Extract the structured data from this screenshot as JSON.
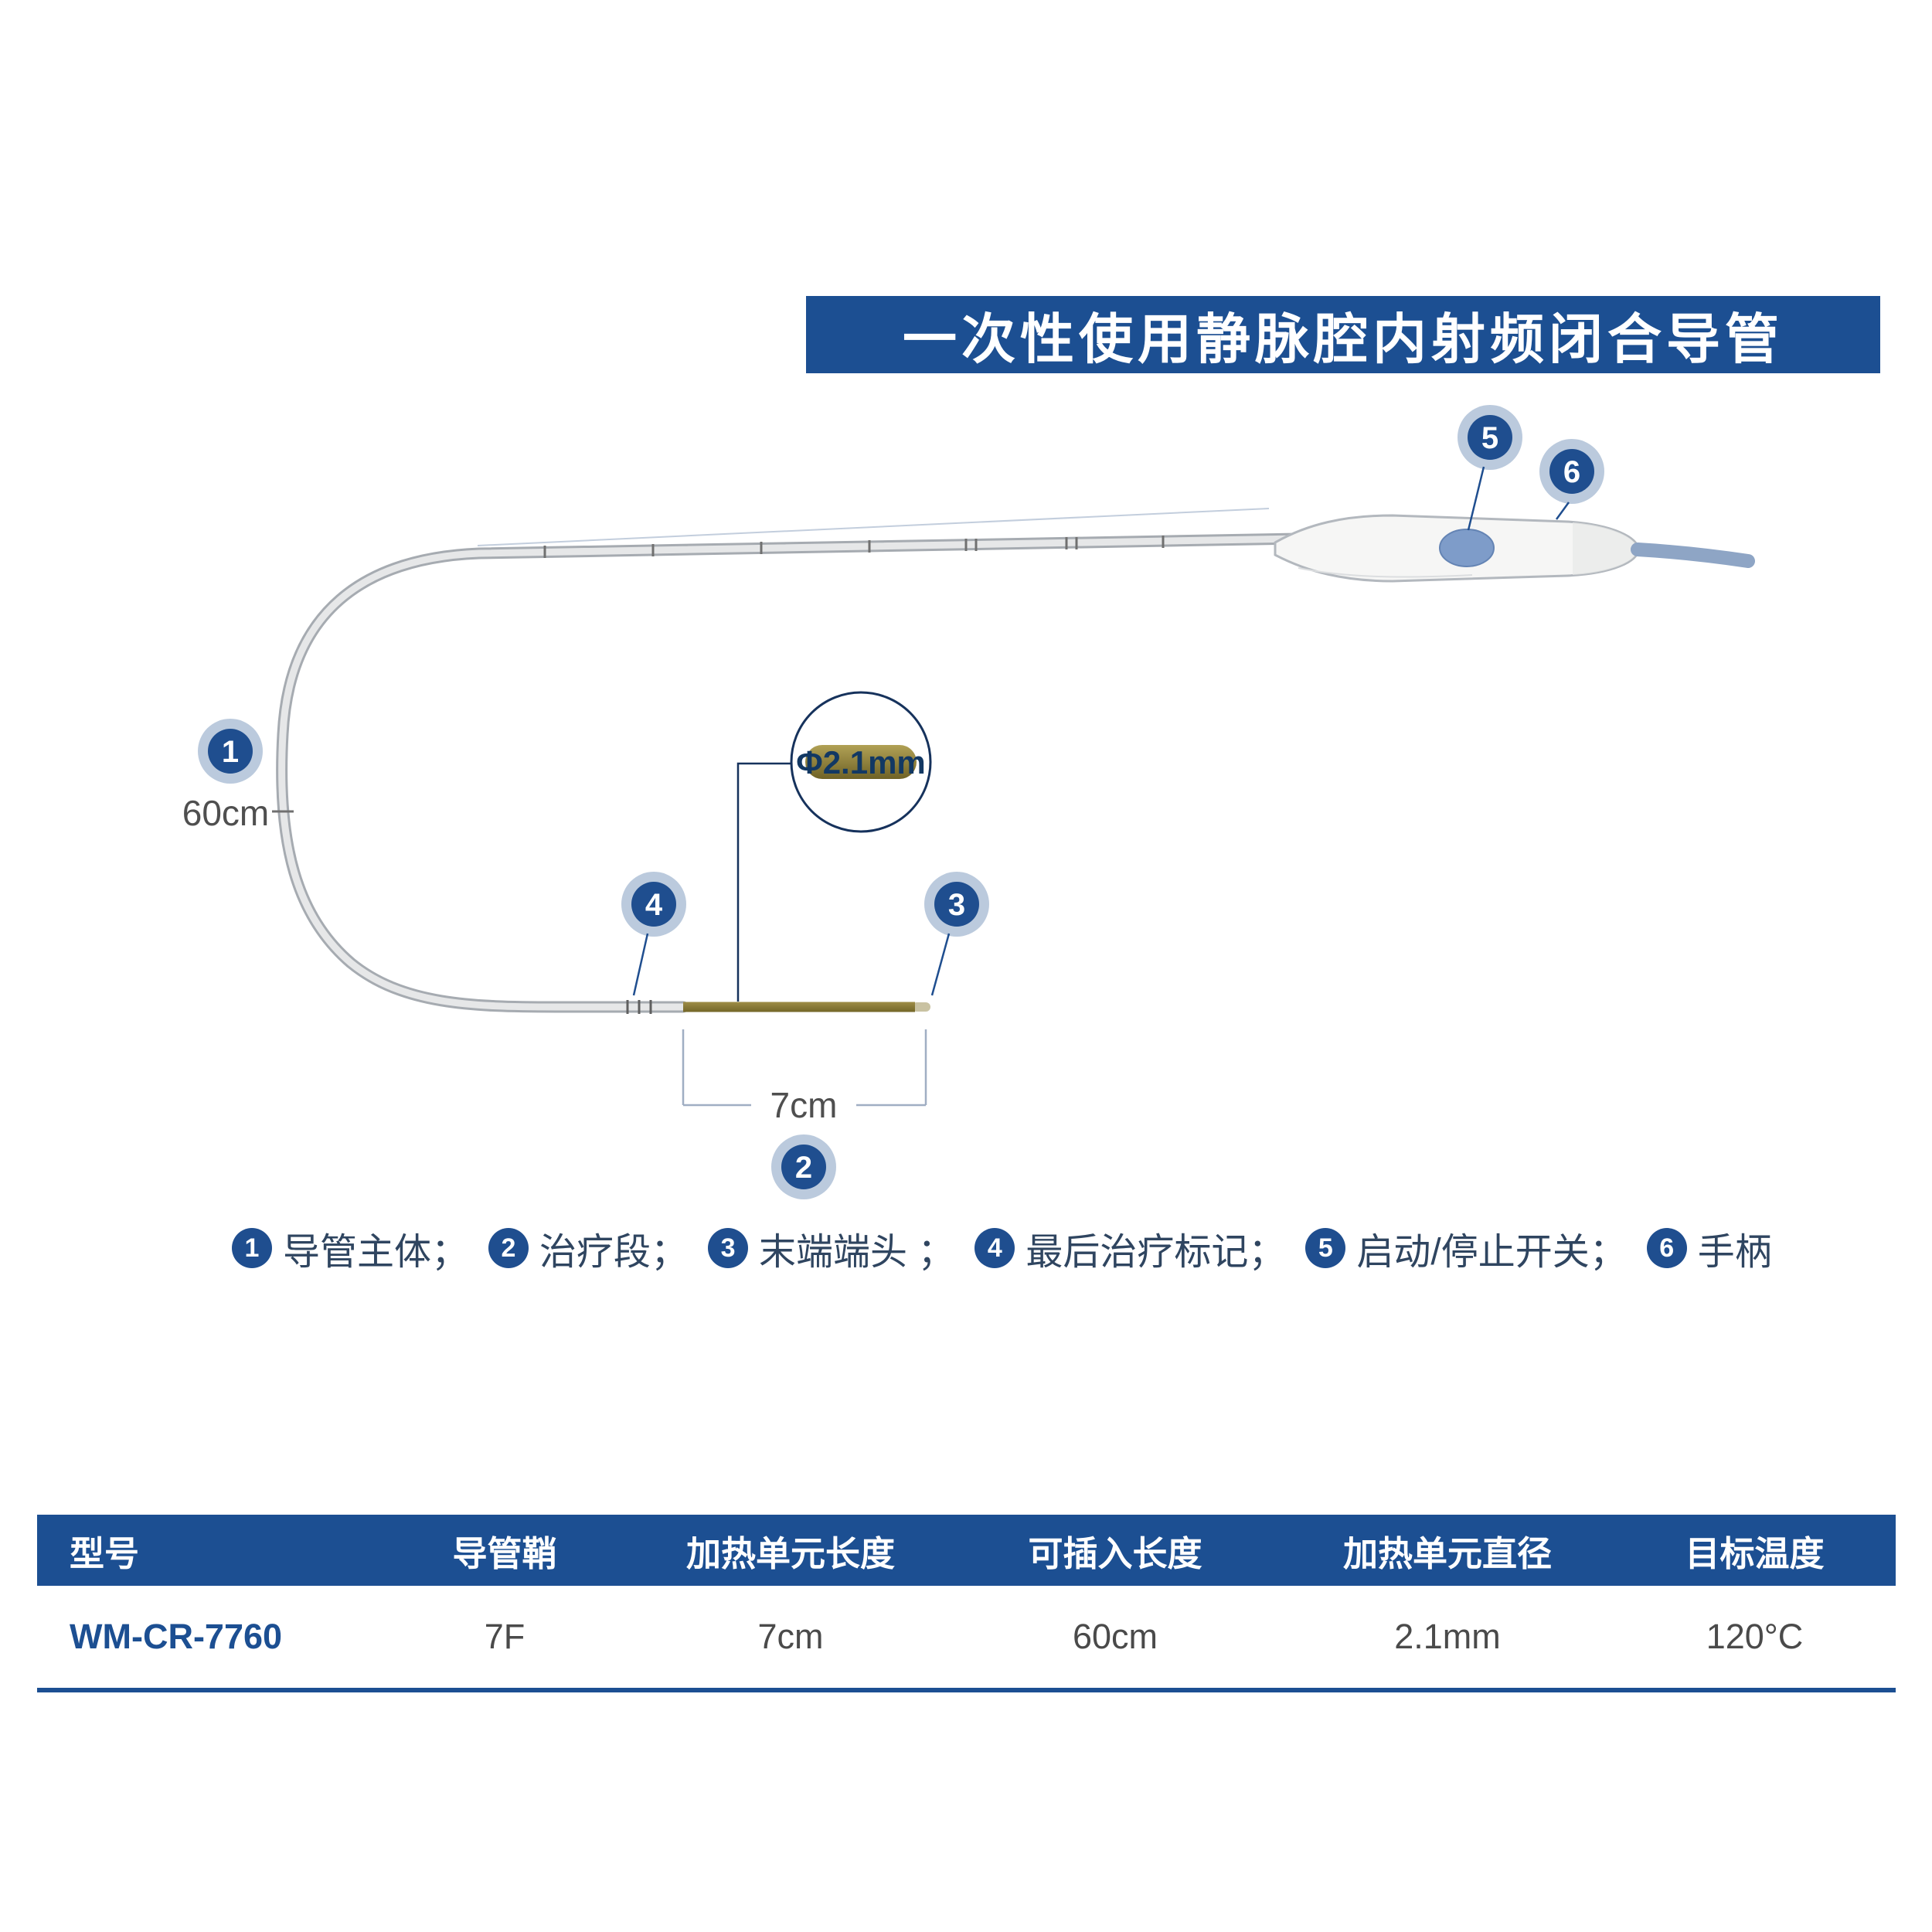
{
  "title": "一次性使用静脉腔内射频闭合导管",
  "diagram": {
    "badges": [
      "1",
      "2",
      "3",
      "4",
      "5",
      "6"
    ],
    "labels": {
      "insertable_length": "60cm",
      "heating_length": "7cm",
      "diameter": "Φ2.1mm"
    }
  },
  "legend": {
    "items": [
      {
        "num": "1",
        "label": "导管主体；"
      },
      {
        "num": "2",
        "label": "治疗段；"
      },
      {
        "num": "3",
        "label": "末端端头 ；"
      },
      {
        "num": "4",
        "label": "最后治疗标记；"
      },
      {
        "num": "5",
        "label": "启动/停止开关；"
      },
      {
        "num": "6",
        "label": "手柄"
      }
    ]
  },
  "table": {
    "headers": [
      "型号",
      "导管鞘",
      "加热单元长度",
      "可插入长度",
      "加热单元直径",
      "目标温度"
    ],
    "rows": [
      {
        "model": "WM-CR-7760",
        "sheath": "7F",
        "heating_unit_length": "7cm",
        "insertable_length": "60cm",
        "heating_unit_diameter": "2.1mm",
        "target_temperature": "120°C"
      }
    ]
  },
  "colors": {
    "primary_blue": "#1c4f92",
    "badge_blue": "#1f4e8f",
    "gold": "#8a7a30",
    "cable_blue": "#8ea5c5"
  }
}
